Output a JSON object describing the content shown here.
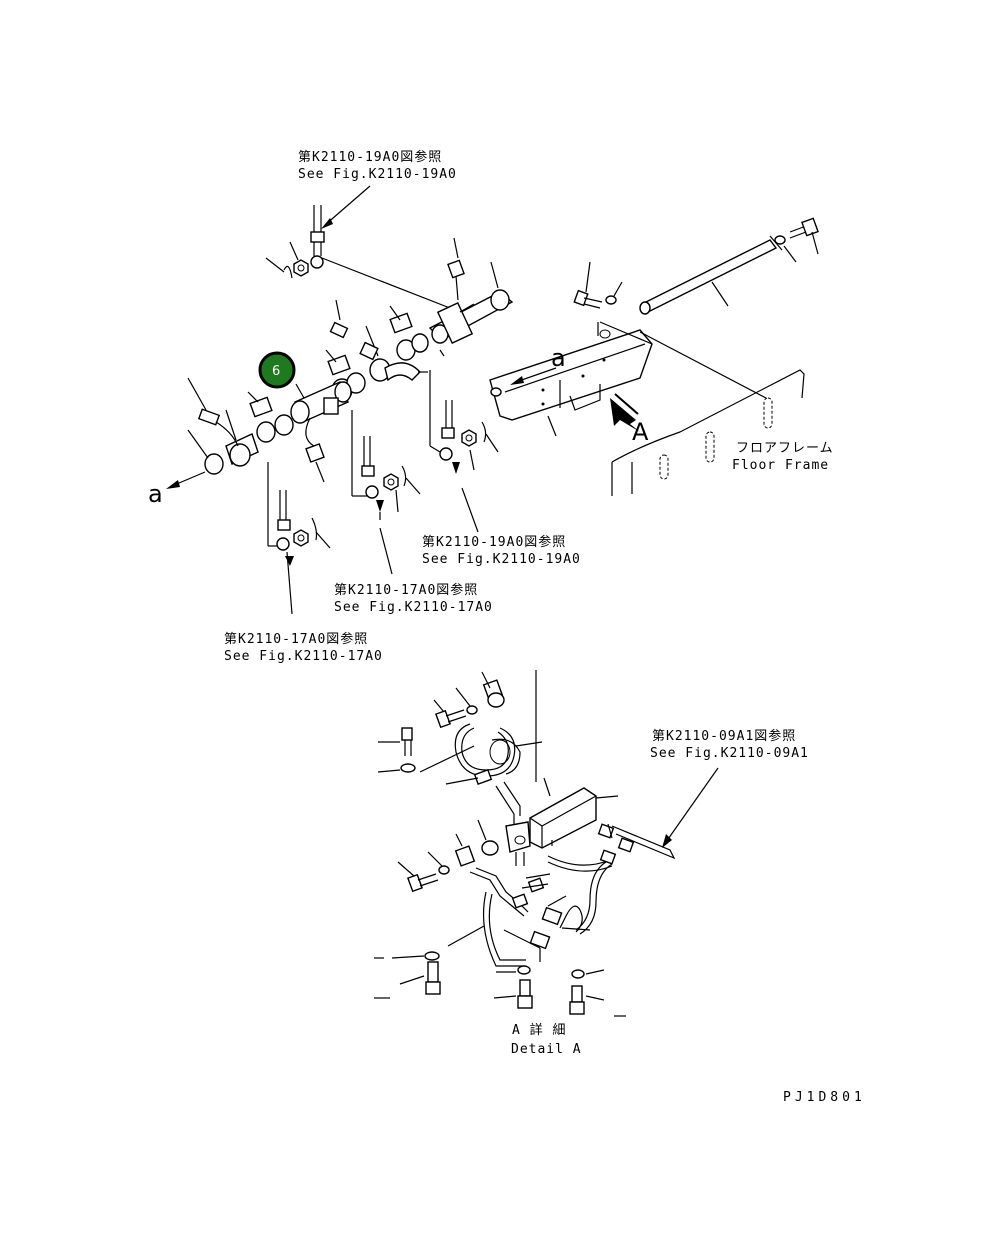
{
  "refs": {
    "top": [
      "第K2110-19A0図参照",
      "See Fig.K2110-19A0"
    ],
    "mid_right": [
      "第K2110-19A0図参照",
      "See Fig.K2110-19A0"
    ],
    "mid_center": [
      "第K2110-17A0図参照",
      "See Fig.K2110-17A0"
    ],
    "mid_left": [
      "第K2110-17A0図参照",
      "See Fig.K2110-17A0"
    ],
    "detail_right": [
      "第K2110-09A1図参照",
      "See Fig.K2110-09A1"
    ]
  },
  "floor_frame": [
    "フロアフレーム",
    "Floor Frame"
  ],
  "view_label": "A",
  "section_label_right": "a",
  "section_label_left": "a",
  "detail_caption": [
    "A 詳 細",
    "Detail A"
  ],
  "drawing_number": "PJ1D801",
  "callout": {
    "number": "6",
    "color": "#1e7a1e"
  }
}
